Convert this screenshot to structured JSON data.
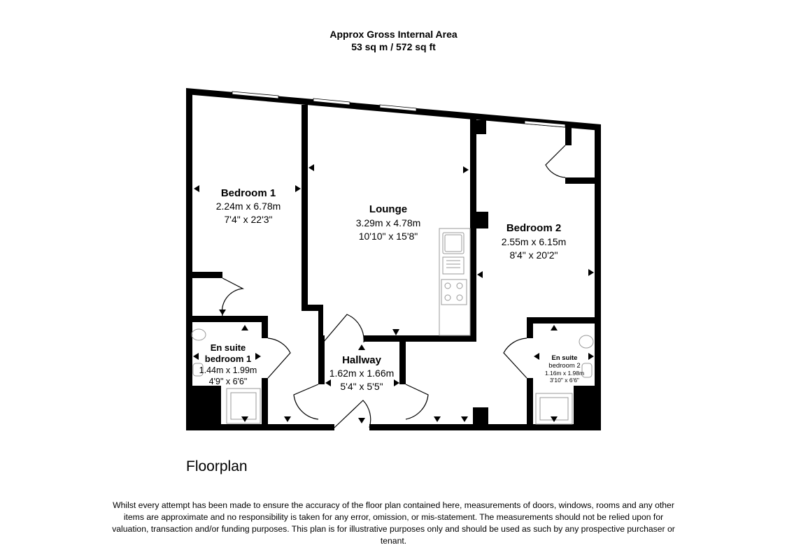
{
  "header": {
    "title": "Approx Gross Internal Area",
    "area": "53 sq m / 572 sq ft"
  },
  "rooms": {
    "bedroom1": {
      "name": "Bedroom 1",
      "metric": "2.24m x 6.78m",
      "imperial": "7'4\" x 22'3\""
    },
    "lounge": {
      "name": "Lounge",
      "metric": "3.29m x 4.78m",
      "imperial": "10'10\" x 15'8\""
    },
    "bedroom2": {
      "name": "Bedroom 2",
      "metric": "2.55m x 6.15m",
      "imperial": "8'4\" x 20'2\""
    },
    "ensuite1": {
      "name1": "En suite",
      "name2": "bedroom 1",
      "metric": "1.44m x 1.99m",
      "imperial": "4'9\" x 6'6\""
    },
    "hallway": {
      "name": "Hallway",
      "metric": "1.62m x 1.66m",
      "imperial": "5'4\" x 5'5\""
    },
    "ensuite2": {
      "name1": "En suite",
      "name2": "bedroom 2",
      "metric": "1.16m x 1.98m",
      "imperial": "3'10\" x 6'6\""
    }
  },
  "floor_label": "Floorplan",
  "disclaimer": "Whilst every attempt has been made to ensure the accuracy of the floor plan contained here, measurements of doors, windows, rooms and any other items are approximate and no responsibility is taken for any error, omission, or mis-statement. The measurements should not be relied upon for valuation, transaction and/or funding purposes. This plan is for illustrative purposes only and should be used as such by any prospective purchaser or tenant.",
  "colors": {
    "wall": "#000000",
    "background": "#ffffff",
    "fixture": "#999999"
  }
}
